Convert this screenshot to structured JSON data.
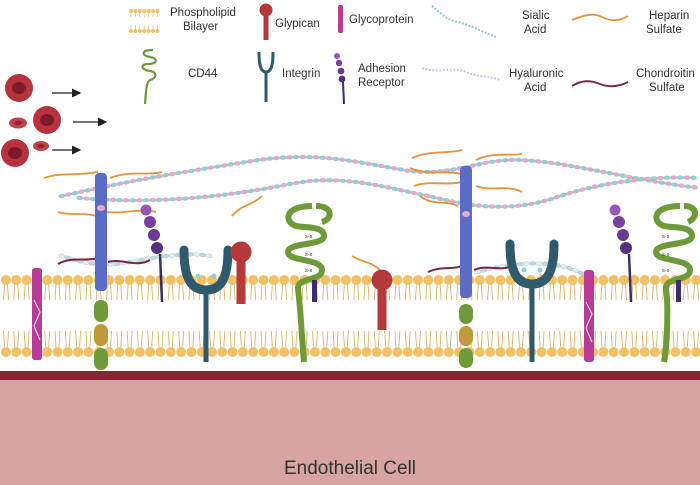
{
  "legend": {
    "phospholipid": [
      "Phospholipid",
      "Bilayer"
    ],
    "glypican": "Glypican",
    "glycoprotein": "Glycoprotein",
    "sialic_acid": [
      "Sialic",
      "Acid"
    ],
    "heparin_sulfate": [
      "Heparin",
      "Sulfate"
    ],
    "cd44": "CD44",
    "integrin": "Integrin",
    "adhesion_receptor": [
      "Adhesion",
      "Receptor"
    ],
    "hyaluronic_acid": [
      "Hyaluronic",
      "Acid"
    ],
    "chondroitin_sulfate": [
      "Chondroitin",
      "Sulfate"
    ]
  },
  "disulfide_label": "s-s",
  "cell_label": "Endothelial Cell",
  "colors": {
    "lipid_head": "#f2c065",
    "lipid_tail": "#d9b46a",
    "glypican": "#b5383a",
    "glycoprotein": "#b93b97",
    "heparin": "#e8923a",
    "cd44": "#6f9a3a",
    "integrin": "#2f5a6e",
    "adhesion": "#7b3fa0",
    "sialic_a": "#8fd0d8",
    "sialic_b": "#e7a9c8",
    "chondroitin": "#7a2548",
    "cell_top": "#8b2434",
    "cell_body": "#d8a3a3",
    "rbc": "#b8313f",
    "blue_protein": "#5a6cc4"
  }
}
